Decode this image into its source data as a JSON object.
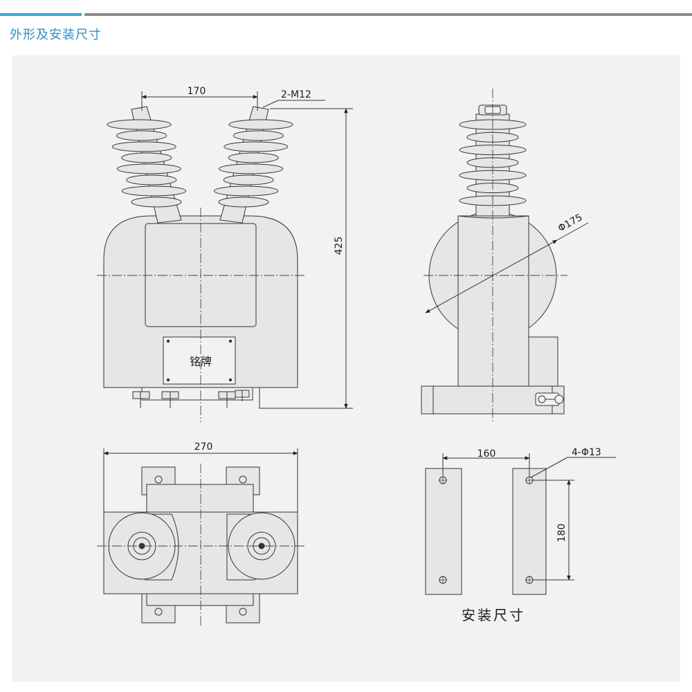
{
  "header": {
    "title": "外形及安装尺寸",
    "accent_color": "#35a7dc",
    "rule_color": "#8a8a8a"
  },
  "drawing": {
    "background": "#f2f2f2",
    "body_fill": "#e6e6e6",
    "line_color": "#333333",
    "front_view": {
      "dim_terminal_spacing": "170",
      "terminal_label": "2-M12",
      "dim_height": "425",
      "nameplate": "铭牌"
    },
    "side_view": {
      "dim_diameter": "Φ175"
    },
    "top_view": {
      "dim_width": "270"
    },
    "mounting": {
      "dim_horizontal": "160",
      "hole_label": "4-Φ13",
      "dim_vertical": "180",
      "caption": "安装尺寸"
    }
  }
}
